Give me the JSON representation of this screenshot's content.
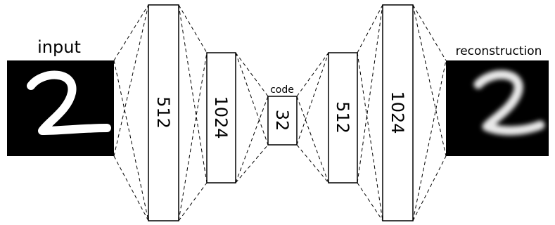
{
  "input_label": "input",
  "reconstruction_label": "reconstruction",
  "code_label": "code",
  "layers": [
    {
      "label": "512"
    },
    {
      "label": "1024"
    },
    {
      "label": "32"
    },
    {
      "label": "512"
    },
    {
      "label": "1024"
    }
  ],
  "colors": {
    "image_background": "#000000",
    "digit": "#ffffff",
    "box_fill": "#ffffff",
    "stroke": "#000000"
  }
}
